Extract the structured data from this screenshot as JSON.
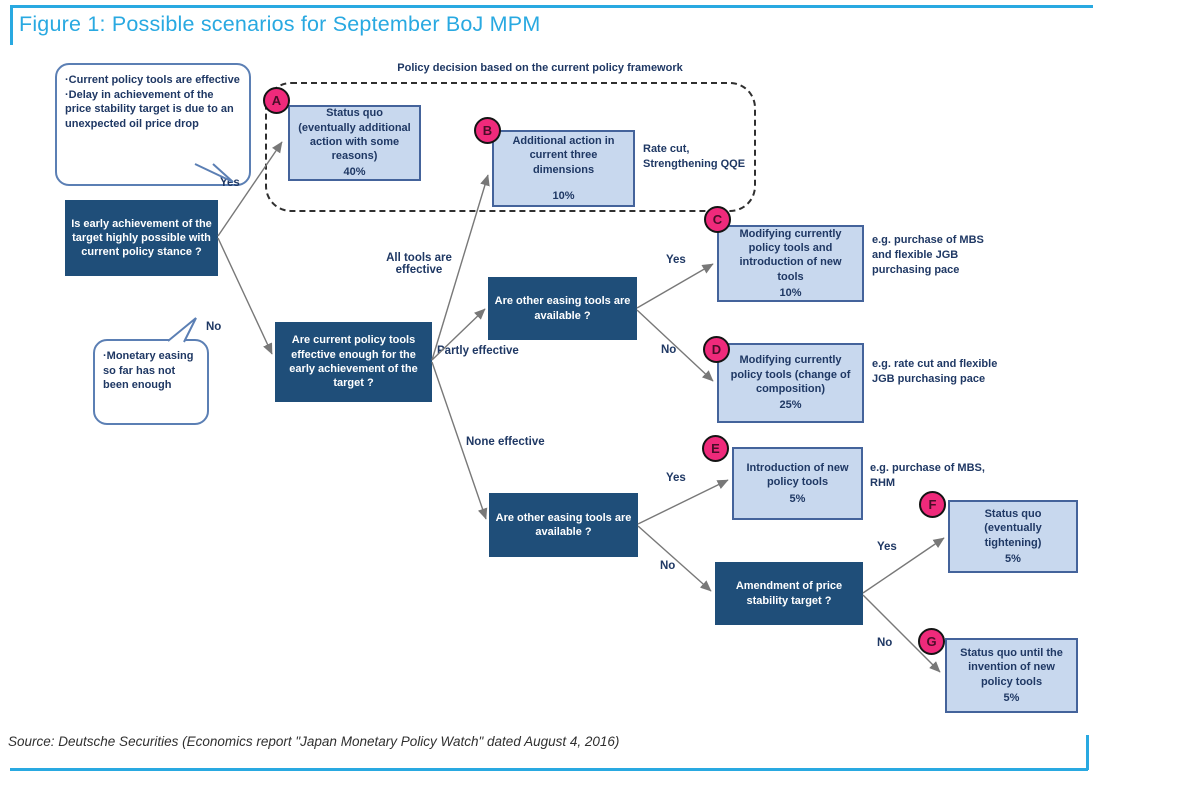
{
  "figure": {
    "title": "Figure 1: Possible scenarios for September BoJ MPM",
    "source": "Source: Deutsche Securities (Economics report \"Japan Monetary Policy Watch\" dated August 4, 2016)"
  },
  "colors": {
    "accent_blue": "#29A9E1",
    "dark_box": "#1F4E79",
    "light_box_fill": "#C8D8EE",
    "light_box_border": "#44639B",
    "marker_pink": "#EF2A7B",
    "text_navy": "#1F3864",
    "arrow_gray": "#787878"
  },
  "labels": {
    "framework": "Policy decision based on the current policy framework",
    "yes": "Yes",
    "no": "No",
    "all_tools": "All tools are effective",
    "partly_effective": "Partly effective",
    "none_effective": "None effective"
  },
  "callouts": {
    "effective": {
      "lines": [
        "·Current policy tools are effective",
        "·Delay in achievement of the price stability target is due to an unexpected oil price drop"
      ]
    },
    "not_enough": {
      "lines": [
        "·Monetary easing so far has not been enough"
      ]
    }
  },
  "decisions": {
    "d1": {
      "text": "Is early achievement of the target highly possible with current policy stance ?"
    },
    "d2": {
      "text": "Are current policy tools effective enough for the early achievement of the target ?"
    },
    "d3": {
      "text": "Are other easing tools are available ?"
    },
    "d4": {
      "text": "Are other easing tools are available ?"
    },
    "d5": {
      "text": "Amendment of price stability target ?"
    }
  },
  "outcomes": {
    "a": {
      "marker": "A",
      "text": "Status quo (eventually additional action with some reasons)",
      "probability": "40%"
    },
    "b": {
      "marker": "B",
      "text": "Additional action in current three dimensions",
      "probability": "10%",
      "note": "Rate cut, Strengthening QQE"
    },
    "c": {
      "marker": "C",
      "text": "Modifying currently policy tools and introduction of new tools",
      "probability": "10%",
      "note": "e.g. purchase of MBS and flexible JGB purchasing pace"
    },
    "d": {
      "marker": "D",
      "text": "Modifying currently policy tools (change of composition)",
      "probability": "25%",
      "note": "e.g. rate cut and flexible JGB purchasing pace"
    },
    "e": {
      "marker": "E",
      "text": "Introduction of new policy tools",
      "probability": "5%",
      "note": "e.g. purchase of MBS, RHM"
    },
    "f": {
      "marker": "F",
      "text": "Status quo (eventually tightening)",
      "probability": "5%"
    },
    "g": {
      "marker": "G",
      "text": "Status quo until the invention of new policy tools",
      "probability": "5%"
    }
  }
}
